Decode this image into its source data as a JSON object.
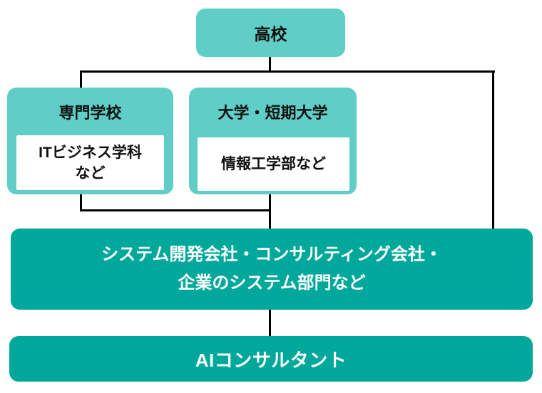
{
  "diagram": {
    "nodes": {
      "highschool": {
        "label": "高校"
      },
      "vocational_school": {
        "label": "専門学校",
        "sub": "ITビジネス学科\nなど"
      },
      "university": {
        "label": "大学・短期大学",
        "sub": "情報工学部など"
      },
      "employers": {
        "label": "システム開発会社・コンサルティング会社・\n企業のシステム部門など"
      },
      "goal": {
        "label": "AIコンサルタント"
      }
    },
    "colors": {
      "node_light_teal": "#60cec6",
      "node_dark_teal": "#00a89c",
      "sub_box_background": "#ffffff",
      "connector_line": "#000000",
      "text_on_light": "#111111",
      "text_on_dark": "#ffffff"
    }
  }
}
